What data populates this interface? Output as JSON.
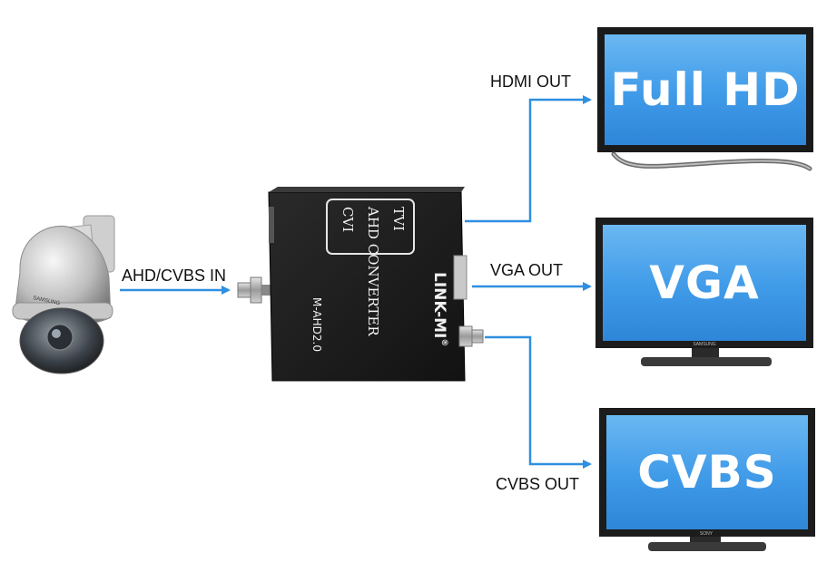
{
  "labels": {
    "input": "AHD/CVBS IN",
    "hdmi": "HDMI OUT",
    "vga": "VGA OUT",
    "cvbs": "CVBS OUT"
  },
  "screens": {
    "hdmi": "Full HD",
    "vga": "VGA",
    "cvbs": "CVBS"
  },
  "device": {
    "brand": "LINK-MI",
    "registered": "®",
    "model": "M-AHD2.0",
    "line_tvi": "TVI",
    "line_ahd": "AHD CONVERTER",
    "line_cvi": "CVI"
  },
  "camera": {
    "brand": "SAMSUNG"
  },
  "monitor_badges": {
    "vga": "SAMSUNG",
    "cvbs": "SONY"
  },
  "colors": {
    "arrow": "#2f8fe0",
    "screen": "#3f9ae8",
    "device_body": "#1b1b1b",
    "bezel": "#1a1a1a"
  }
}
